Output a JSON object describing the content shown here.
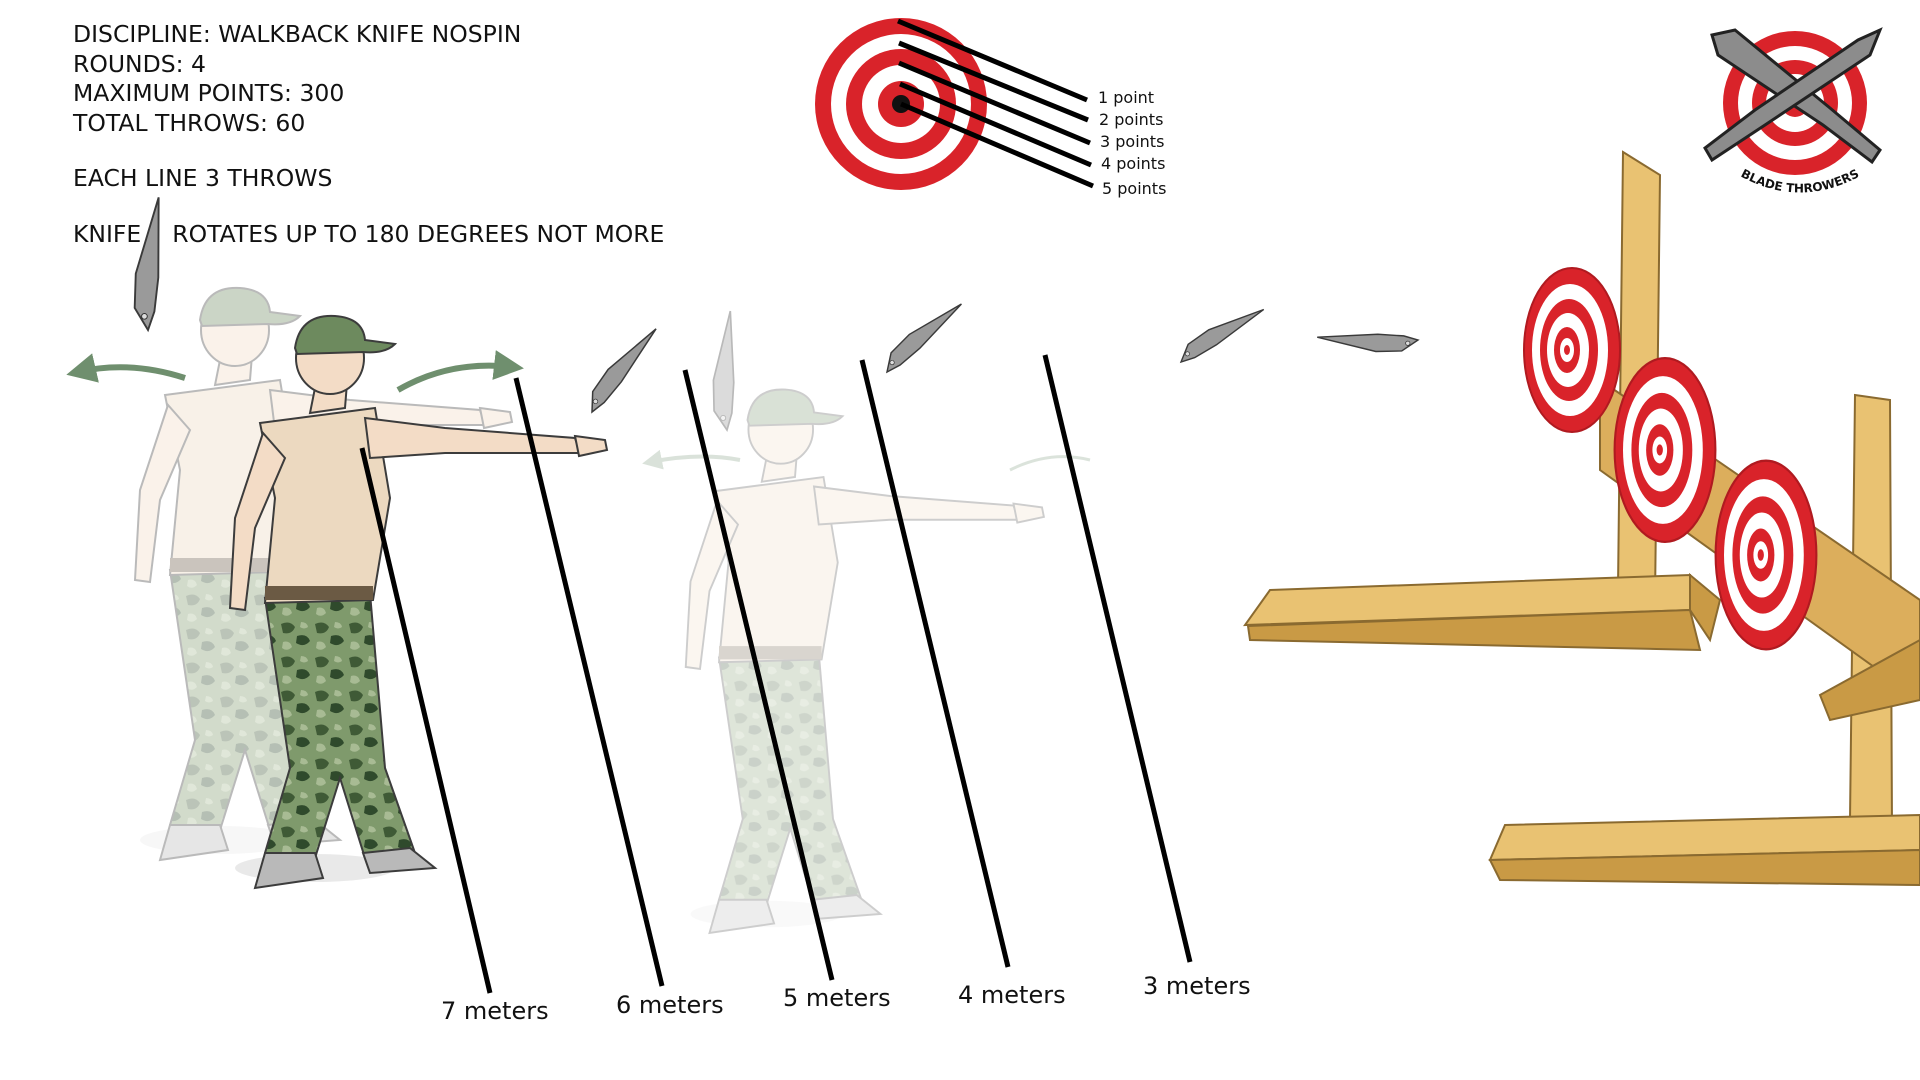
{
  "rules": {
    "discipline": "DISCIPLINE: WALKBACK KNIFE NOSPIN",
    "rounds": "ROUNDS: 4",
    "max_points": "MAXIMUM POINTS: 300",
    "total_throws": "TOTAL THROWS: 60",
    "each_line": "EACH LINE 3 THROWS",
    "knife_prefix": "KNIFE",
    "knife_rule": "ROTATES UP TO 180 DEGREES NOT MORE"
  },
  "scoring_legend": [
    "1 point",
    "2 points",
    "3 points",
    "4 points",
    "5 points"
  ],
  "distances": [
    "7 meters",
    "6 meters",
    "5 meters",
    "4 meters",
    "3 meters"
  ],
  "logo_text": "BLADE THROWERS",
  "colors": {
    "target_red": "#d9232a",
    "wood": "#e9c272",
    "wood_dark": "#c99a45",
    "shirt": "#ecd9c0",
    "camo": "#5f7a4e",
    "cap": "#6d8a5e",
    "arrow": "#6f8f6e",
    "knife": "#8c8c8c"
  }
}
